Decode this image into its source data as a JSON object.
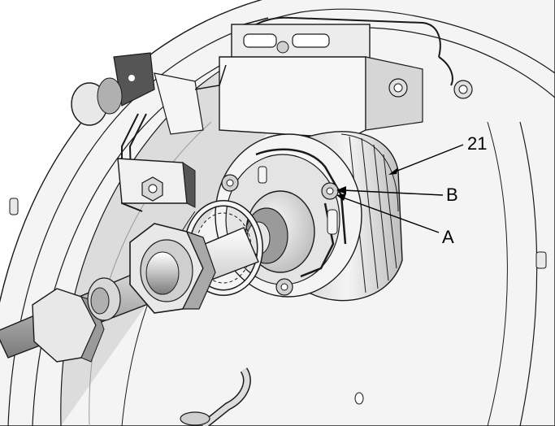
{
  "callouts": {
    "ref_21": "21",
    "ref_b": "B",
    "ref_a": "A"
  },
  "colors": {
    "background": "#ffffff",
    "line": "#1a1a1a",
    "shade_light": "#f2f2f2",
    "shade_mid": "#cfcfcf",
    "shade_dark": "#8e8e8e"
  }
}
